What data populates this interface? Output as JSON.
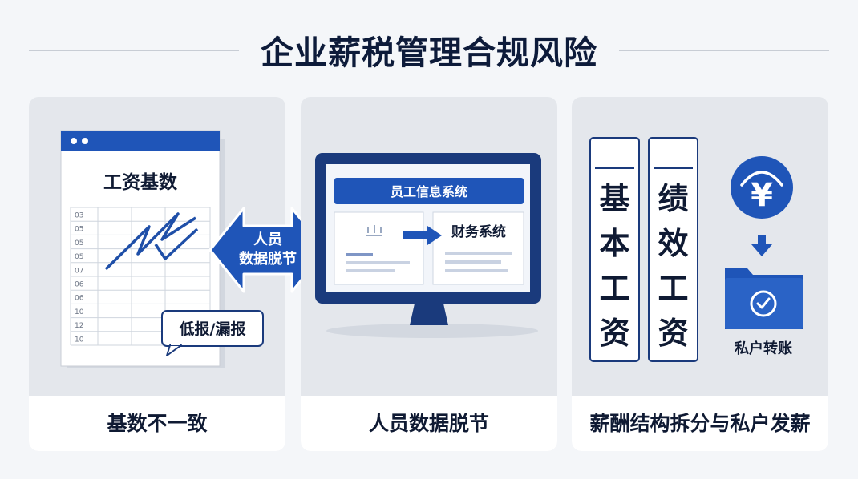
{
  "title": "企业薪税管理合规风险",
  "panels": [
    {
      "caption": "基数不一致",
      "sheet_title": "工资基数",
      "row_labels": [
        "03",
        "05",
        "05",
        "05",
        "07",
        "06",
        "06",
        "10",
        "12",
        "10"
      ],
      "callout": "低报/漏报"
    },
    {
      "caption": "人员数据脱节",
      "arrow_label_1": "人员",
      "arrow_label_2": "数据脱节",
      "system_header": "员工信息系统",
      "finance_label": "财务系统"
    },
    {
      "caption": "薪酬结构拆分与私户发薪",
      "binder_1": [
        "基",
        "本",
        "工",
        "资"
      ],
      "binder_2": [
        "绩",
        "效",
        "工",
        "资"
      ],
      "coin_symbol": "¥",
      "folder_label": "私户转账"
    }
  ],
  "colors": {
    "navy": "#1a3a7c",
    "blue": "#1f55b8",
    "panel_bg": "#e4e7ec"
  }
}
